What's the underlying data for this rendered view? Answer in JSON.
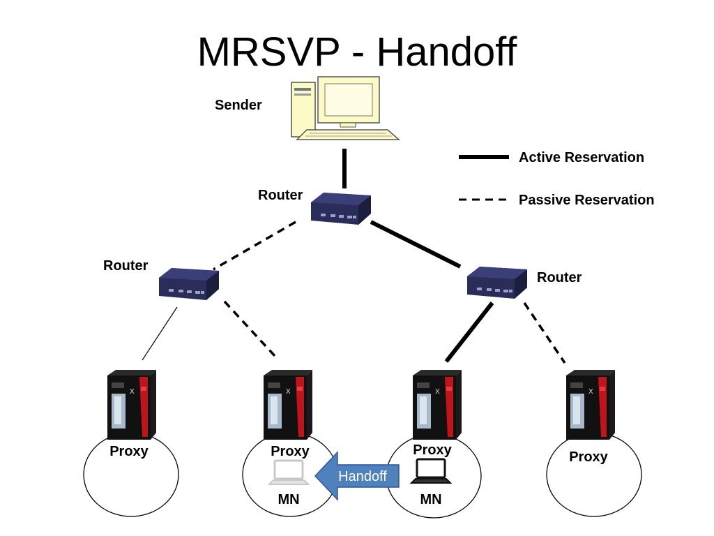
{
  "title": "MRSVP - Handoff",
  "legend": {
    "active": "Active Reservation",
    "passive": "Passive Reservation"
  },
  "nodes": {
    "sender": "Sender",
    "router_top": "Router",
    "router_left": "Router",
    "router_right": "Router",
    "proxy_1": "Proxy",
    "proxy_2": "Proxy",
    "proxy_3": "Proxy",
    "proxy_4": "Proxy",
    "mn_2": "MN",
    "mn_3": "MN"
  },
  "handoff_label": "Handoff",
  "colors": {
    "router": "#2a2d5a",
    "handoff_arrow": "#4f81bd",
    "computer": "#fdfbc5",
    "server_red": "#c0141c"
  }
}
